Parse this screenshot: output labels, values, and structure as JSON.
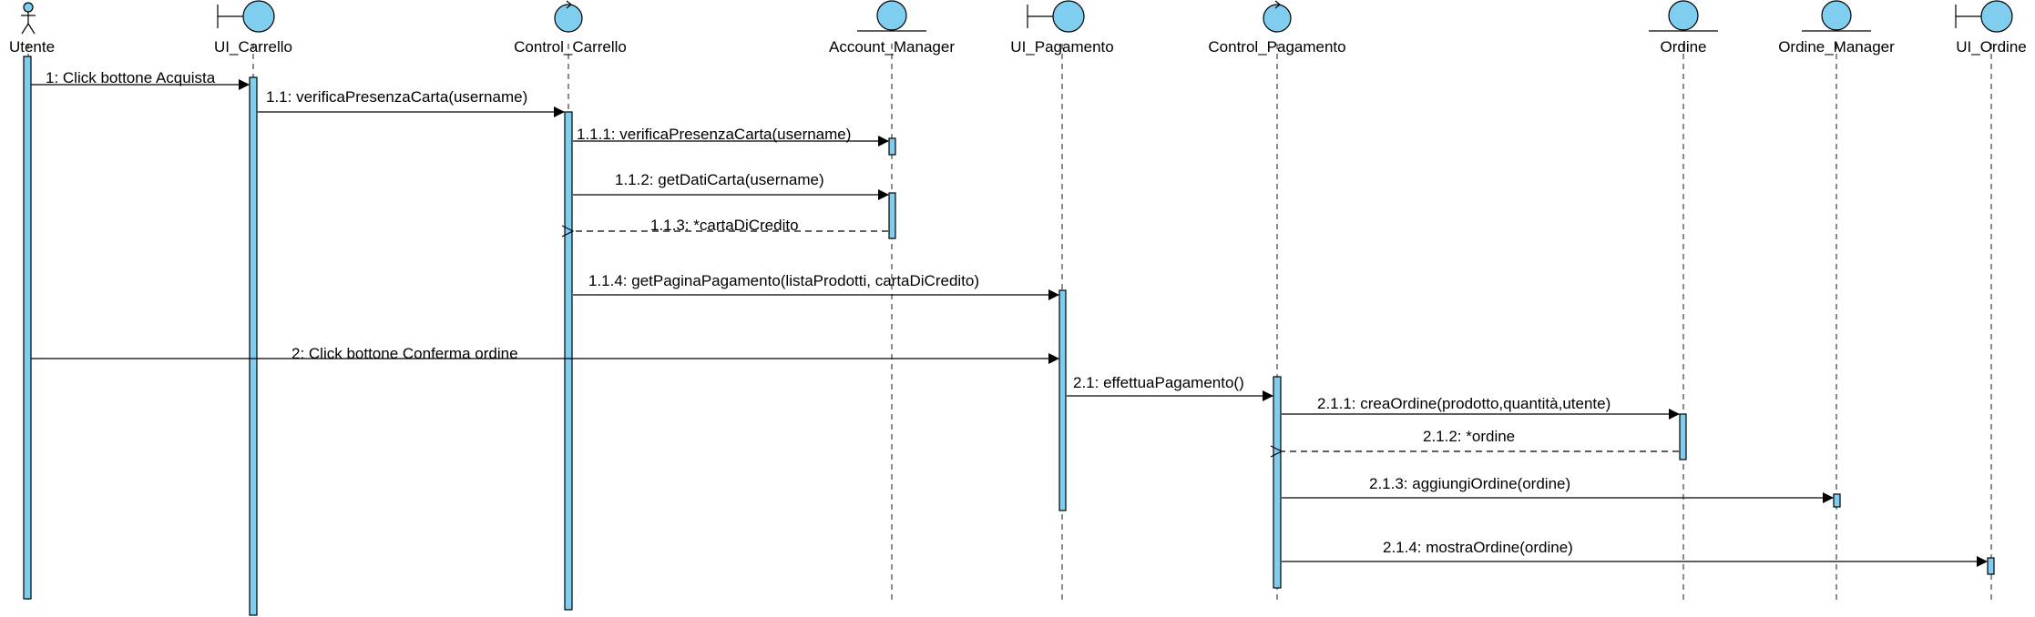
{
  "colors": {
    "fill": "#7fcdef",
    "stroke": "#000000",
    "line": "#1a1a1a"
  },
  "participants": [
    {
      "id": "p0",
      "name": "Utente",
      "kind": "actor"
    },
    {
      "id": "p1",
      "name": "UI_Carrello",
      "kind": "boundary"
    },
    {
      "id": "p2",
      "name": "Control_Carrello",
      "kind": "control"
    },
    {
      "id": "p3",
      "name": "Account_Manager",
      "kind": "entity"
    },
    {
      "id": "p4",
      "name": "UI_Pagamento",
      "kind": "boundary"
    },
    {
      "id": "p5",
      "name": "Control_Pagamento",
      "kind": "control"
    },
    {
      "id": "p6",
      "name": "Ordine",
      "kind": "entity"
    },
    {
      "id": "p7",
      "name": "Ordine_Manager",
      "kind": "entity"
    },
    {
      "id": "p8",
      "name": "UI_Ordine",
      "kind": "boundary"
    }
  ],
  "messages": [
    {
      "id": "m1",
      "from": "p0",
      "to": "p1",
      "label": "1: Click bottone Acquista",
      "kind": "sync"
    },
    {
      "id": "m2",
      "from": "p1",
      "to": "p2",
      "label": "1.1: verificaPresenzaCarta(username)",
      "kind": "sync"
    },
    {
      "id": "m3",
      "from": "p2",
      "to": "p3",
      "label": "1.1.1: verificaPresenzaCarta(username)",
      "kind": "sync"
    },
    {
      "id": "m4",
      "from": "p2",
      "to": "p3",
      "label": "1.1.2: getDatiCarta(username)",
      "kind": "sync"
    },
    {
      "id": "m5",
      "from": "p3",
      "to": "p2",
      "label": "1.1.3: *cartaDiCredito",
      "kind": "return"
    },
    {
      "id": "m6",
      "from": "p2",
      "to": "p4",
      "label": "1.1.4: getPaginaPagamento(listaProdotti, cartaDiCredito)",
      "kind": "sync"
    },
    {
      "id": "m7",
      "from": "p0",
      "to": "p4",
      "label": "2: Click bottone Conferma ordine",
      "kind": "sync"
    },
    {
      "id": "m8",
      "from": "p4",
      "to": "p5",
      "label": "2.1: effettuaPagamento()",
      "kind": "sync"
    },
    {
      "id": "m9",
      "from": "p5",
      "to": "p6",
      "label": "2.1.1: creaOrdine(prodotto,quantità,utente)",
      "kind": "sync"
    },
    {
      "id": "m10",
      "from": "p6",
      "to": "p5",
      "label": "2.1.2: *ordine",
      "kind": "return"
    },
    {
      "id": "m11",
      "from": "p5",
      "to": "p7",
      "label": "2.1.3: aggiungiOrdine(ordine)",
      "kind": "sync"
    },
    {
      "id": "m12",
      "from": "p5",
      "to": "p8",
      "label": "2.1.4: mostraOrdine(ordine)",
      "kind": "sync"
    }
  ]
}
